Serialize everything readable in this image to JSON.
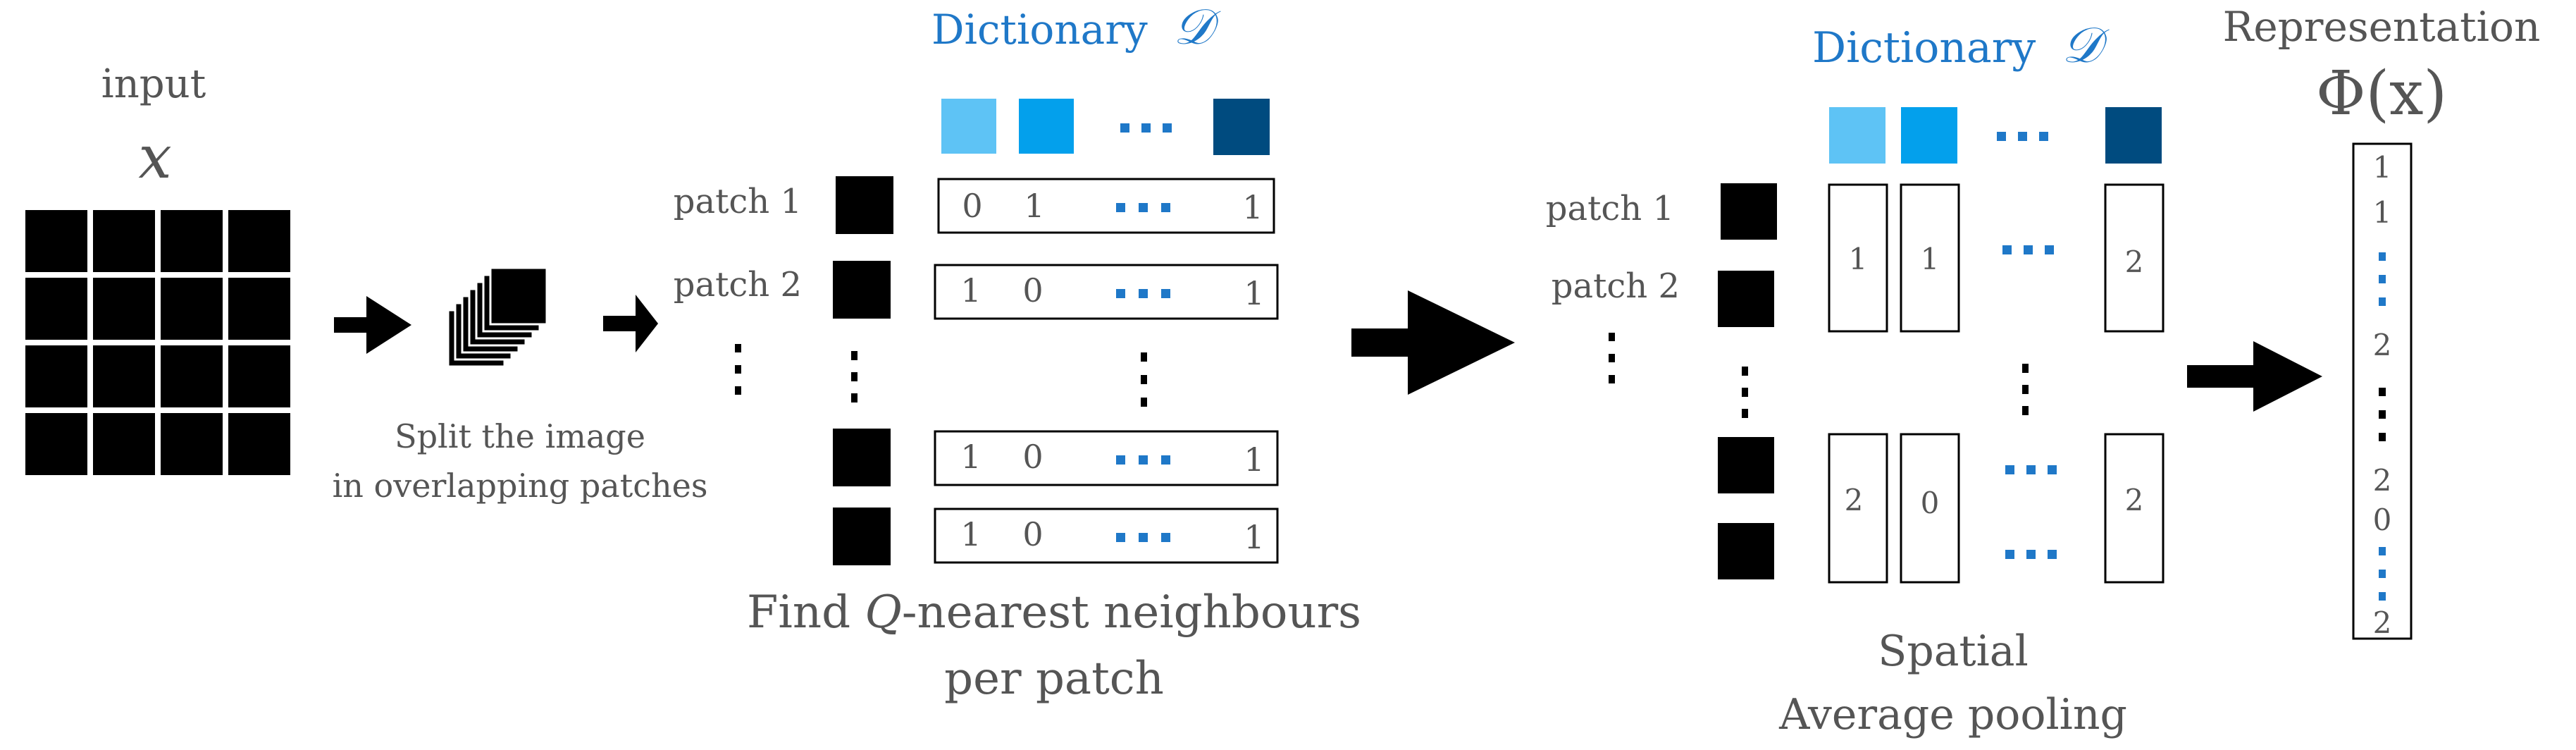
{
  "colors": {
    "black": "#000000",
    "gray_text": "#555555",
    "blue_title": "#1f78c8",
    "blue_dots": "#1f78c8",
    "dict_light": "#5ec3f5",
    "dict_mid": "#03a0ec",
    "dict_dark": "#004b7f"
  },
  "input": {
    "label": "input",
    "symbol": "x"
  },
  "split": {
    "line1": "Split the image",
    "line2": "in overlapping patches"
  },
  "knn": {
    "dict_title": "Dictionary",
    "dict_symbol": "𝒟",
    "patch_labels": [
      "patch 1",
      "patch 2"
    ],
    "rows": [
      {
        "first": "0",
        "second": "1",
        "last": "1"
      },
      {
        "first": "1",
        "second": "0",
        "last": "1"
      },
      {
        "first": "1",
        "second": "0",
        "last": "1"
      },
      {
        "first": "1",
        "second": "0",
        "last": "1"
      }
    ],
    "caption_prefix": "Find ",
    "caption_symbol": "Q",
    "caption_suffix": "-nearest neighbours",
    "caption_line2": "per patch",
    "ellipsis": "…"
  },
  "pool": {
    "dict_title": "Dictionary",
    "dict_symbol": "𝒟",
    "patch_labels": [
      "patch 1",
      "patch 2"
    ],
    "top": [
      "1",
      "1",
      "2"
    ],
    "bottom": [
      "2",
      "0",
      "2"
    ],
    "caption_line1": "Spatial",
    "caption_line2": "Average pooling"
  },
  "repr": {
    "title": "Representation",
    "symbol": "Φ(x)",
    "values": [
      "1",
      "1",
      "2",
      "2",
      "0",
      "2"
    ]
  }
}
